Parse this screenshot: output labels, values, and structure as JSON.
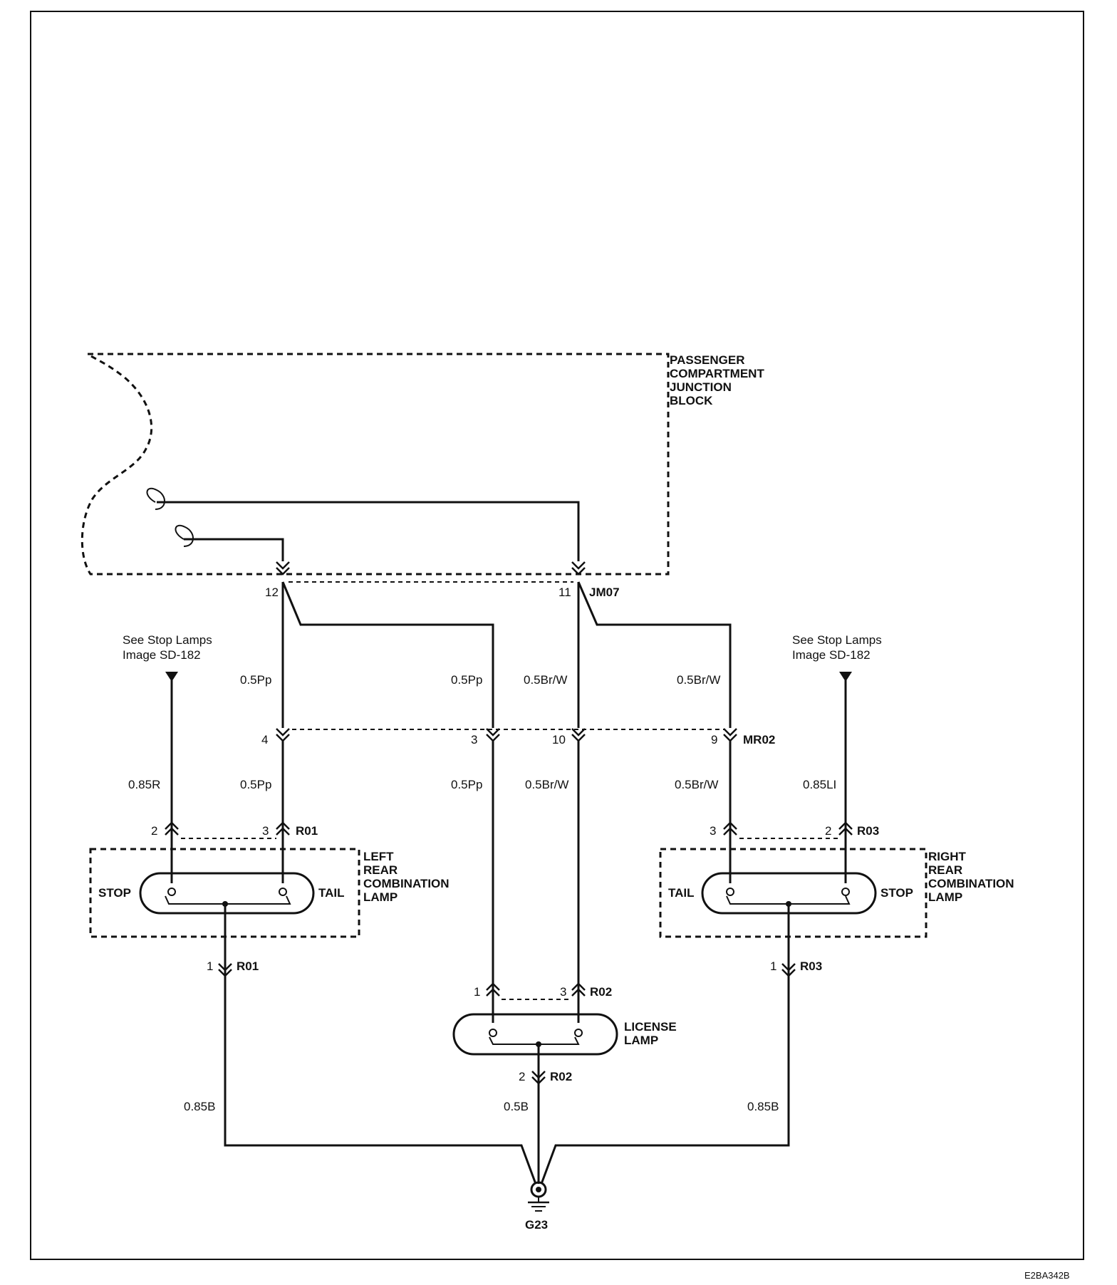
{
  "junction_block": {
    "line1": "PASSENGER",
    "line2": "COMPARTMENT",
    "line3": "JUNCTION",
    "line4": "BLOCK"
  },
  "connectors": {
    "jm07": {
      "name": "JM07",
      "pin_a": "12",
      "pin_b": "11"
    },
    "mr02": {
      "name": "MR02",
      "pin_a": "4",
      "pin_b": "3",
      "pin_c": "10",
      "pin_d": "9"
    },
    "r01_top": {
      "name": "R01",
      "pin_stop": "2",
      "pin_tail": "3"
    },
    "r01_bottom": {
      "name": "R01",
      "pin": "1"
    },
    "r03_top": {
      "name": "R03",
      "pin_tail": "3",
      "pin_stop": "2"
    },
    "r03_bottom": {
      "name": "R03",
      "pin": "1"
    },
    "r02_top": {
      "name": "R02",
      "pin_a": "1",
      "pin_b": "3"
    },
    "r02_bottom": {
      "name": "R02",
      "pin": "2"
    }
  },
  "wires": {
    "w1": "0.5Pp",
    "w2": "0.5Pp",
    "w3": "0.5Br/W",
    "w4": "0.5Br/W",
    "w5": "0.85R",
    "w6": "0.5Pp",
    "w7": "0.5Pp",
    "w8": "0.5Br/W",
    "w9": "0.5Br/W",
    "w10": "0.85LI",
    "g1": "0.85B",
    "g2": "0.5B",
    "g3": "0.85B"
  },
  "stop_refs": {
    "left_l1": "See Stop Lamps",
    "left_l2": "Image SD-182",
    "right_l1": "See Stop Lamps",
    "right_l2": "Image SD-182"
  },
  "left_lamp": {
    "stop": "STOP",
    "tail": "TAIL",
    "line1": "LEFT",
    "line2": "REAR",
    "line3": "COMBINATION",
    "line4": "LAMP"
  },
  "right_lamp": {
    "tail": "TAIL",
    "stop": "STOP",
    "line1": "RIGHT",
    "line2": "REAR",
    "line3": "COMBINATION",
    "line4": "LAMP"
  },
  "license_lamp": {
    "line1": "LICENSE",
    "line2": "LAMP"
  },
  "ground": {
    "name": "G23"
  },
  "figure_code": "E2BA342B"
}
